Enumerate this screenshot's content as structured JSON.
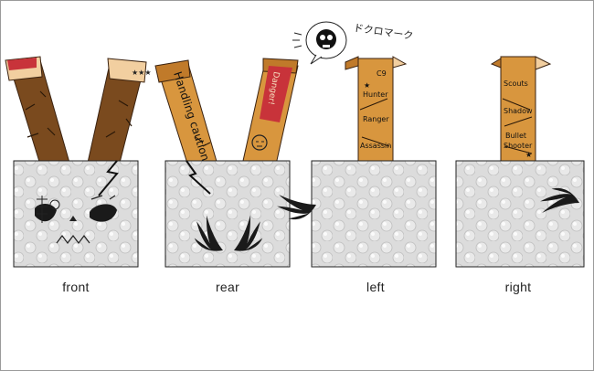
{
  "views": [
    {
      "label": "front"
    },
    {
      "label": "rear"
    },
    {
      "label": "left"
    },
    {
      "label": "right"
    }
  ],
  "front": {
    "tag_left": "",
    "tag_right": "★★★"
  },
  "rear": {
    "strap_left_text": "Handling cautions",
    "strap_right_badge": "Danger!",
    "strap_right_badge_color": "#c8333a"
  },
  "left_strap": {
    "lines": [
      "C9",
      "Hunter",
      "Ranger",
      "Assassin"
    ],
    "star": "★"
  },
  "right_strap": {
    "lines": [
      "Scouts",
      "Shadow",
      "Bullet",
      "Shooter"
    ],
    "star": "★"
  },
  "note": {
    "text": "ドクロマーク"
  },
  "colors": {
    "strap_dark": "#7a4a1e",
    "strap_light": "#d8963e",
    "bubble_wrap": "#d6d6d6",
    "outline": "#222222"
  },
  "icons": [
    "skull-icon",
    "wing-icon",
    "crack-icon",
    "speech-bubble-icon"
  ]
}
